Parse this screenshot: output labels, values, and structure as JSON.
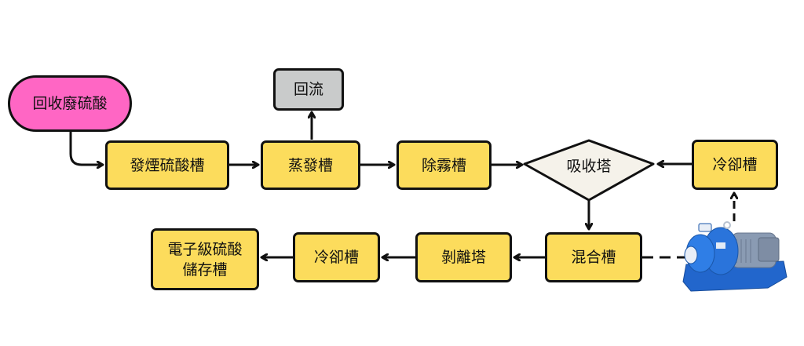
{
  "diagram": {
    "nodes": {
      "source": "回收廢硫酸",
      "fuming_tank": "發煙硫酸槽",
      "evaporator": "蒸發槽",
      "reflux": "回流",
      "demister": "除霧槽",
      "absorber": "吸收塔",
      "cooler_top": "冷卻槽",
      "mixer": "混合槽",
      "stripper": "剝離塔",
      "cooler_bottom": "冷卻槽",
      "storage_line1": "電子級硫酸",
      "storage_line2": "儲存槽"
    },
    "pump_label": "pump-image",
    "colors": {
      "process_box": "#fcdc5c",
      "source_pill": "#ff66c4",
      "reflux_box": "#c9cbcb",
      "diamond": "#f5f2ea",
      "stroke": "#111111",
      "pump_blue": "#1f6fd1"
    }
  }
}
